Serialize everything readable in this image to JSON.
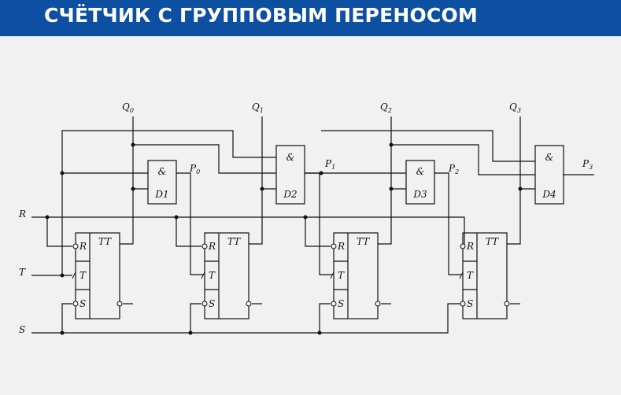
{
  "header": {
    "title": "СЧЁТЧИК С ГРУППОВЫМ ПЕРЕНОСОМ",
    "background": "#0d4fa0",
    "text_color": "#ffffff"
  },
  "diagram": {
    "inputs": {
      "reset": "R",
      "clock": "T",
      "set": "S"
    },
    "triggers": [
      {
        "type": "TT",
        "pins": [
          "R",
          "T",
          "S"
        ]
      },
      {
        "type": "TT",
        "pins": [
          "R",
          "T",
          "S"
        ]
      },
      {
        "type": "TT",
        "pins": [
          "R",
          "T",
          "S"
        ]
      },
      {
        "type": "TT",
        "pins": [
          "R",
          "T",
          "S"
        ]
      }
    ],
    "and_gates": [
      {
        "symbol": "&",
        "name": "D1"
      },
      {
        "symbol": "&",
        "name": "D2"
      },
      {
        "symbol": "&",
        "name": "D3"
      },
      {
        "symbol": "&",
        "name": "D4"
      }
    ],
    "outputs": [
      {
        "base": "Q",
        "index": "0"
      },
      {
        "base": "Q",
        "index": "1"
      },
      {
        "base": "Q",
        "index": "2"
      },
      {
        "base": "Q",
        "index": "3"
      }
    ],
    "carries": [
      {
        "base": "P",
        "index": "0"
      },
      {
        "base": "P",
        "index": "1"
      },
      {
        "base": "P",
        "index": "2"
      },
      {
        "base": "P",
        "index": "3"
      }
    ],
    "line_color": "#111111"
  }
}
